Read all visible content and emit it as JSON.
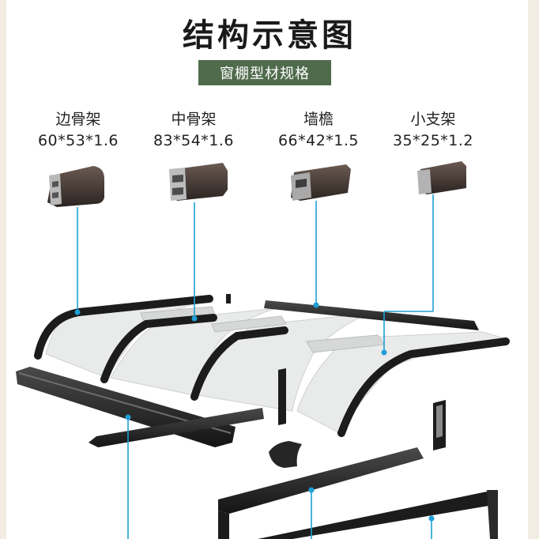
{
  "title": "结构示意图",
  "subtitle": "窗棚型材规格",
  "profiles": [
    {
      "name": "边骨架",
      "size": "60*53*1.6",
      "icon": "side-rib-profile"
    },
    {
      "name": "中骨架",
      "size": "83*54*1.6",
      "icon": "middle-rib-profile"
    },
    {
      "name": "墙檐",
      "size": "66*42*1.5",
      "icon": "wall-eave-profile"
    },
    {
      "name": "小支架",
      "size": "35*25*1.2",
      "icon": "small-bracket-profile"
    }
  ],
  "colors": {
    "badge": "#4f6b4c",
    "leader": "#1e9fd6",
    "frame": "#1c1c1c",
    "panel": "#e9eaea"
  }
}
